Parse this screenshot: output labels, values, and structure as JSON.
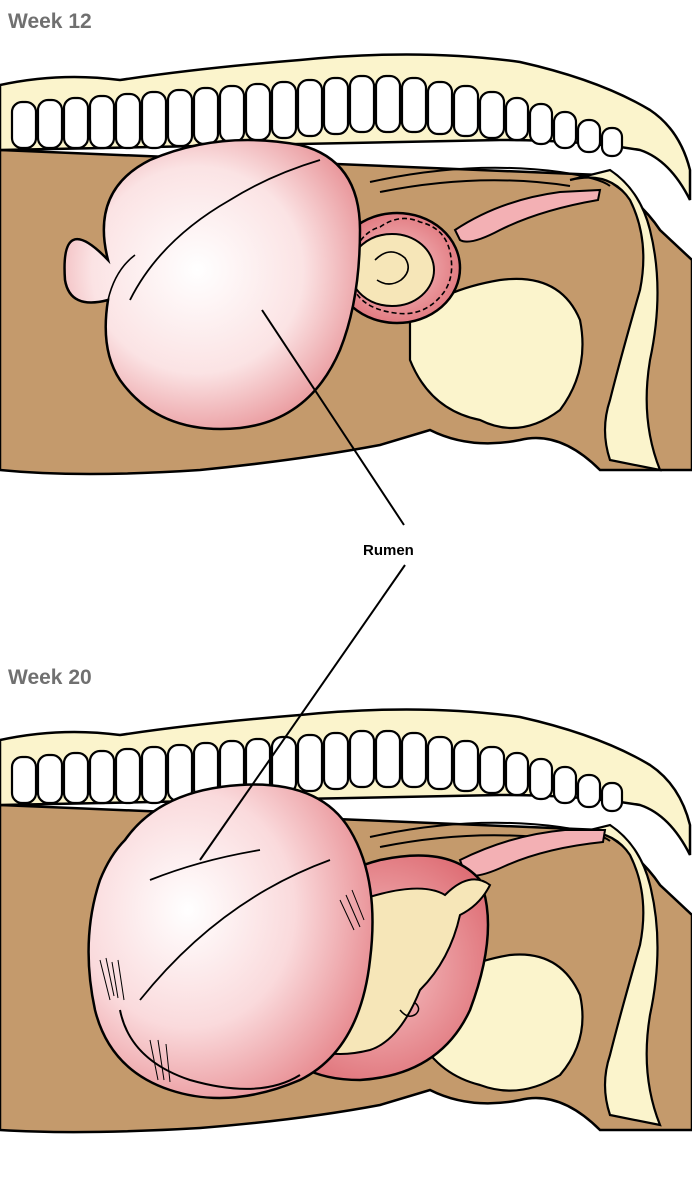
{
  "panels": [
    {
      "label": "Week 12"
    },
    {
      "label": "Week 20"
    }
  ],
  "callout": {
    "label": "Rumen"
  },
  "colors": {
    "abdomen": "#c49a6c",
    "bone": "#fbf4cc",
    "rumen_center": "#ffffff",
    "rumen_edge": "#e58a8e",
    "uterus": "#f3b0b4",
    "fetus": "#f6e6b8",
    "outline": "#000000",
    "label_gray": "#707070"
  }
}
